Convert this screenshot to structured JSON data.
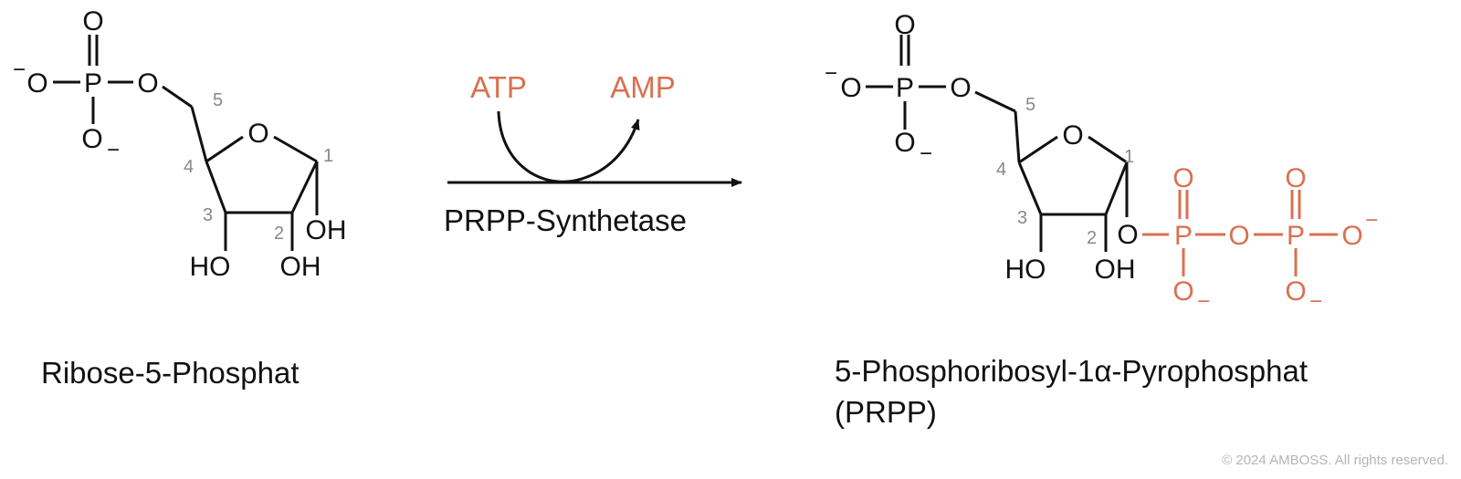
{
  "colors": {
    "accent": "#d9714f",
    "text": "#111111",
    "locant": "#888888",
    "copyright": "#b5b5b5"
  },
  "atoms": {
    "O": "O",
    "P": "P",
    "OH": "OH",
    "HO": "HO",
    "minus": "−"
  },
  "locants": [
    "1",
    "2",
    "3",
    "4",
    "5"
  ],
  "reaction": {
    "cosubstrate": "ATP",
    "coproduct": "AMP",
    "enzyme": "PRPP-Synthetase"
  },
  "substrate": {
    "name": "Ribose-5-Phosphat"
  },
  "product": {
    "name_line1": "5-Phosphoribosyl-1α-Pyrophosphat",
    "name_line2": "(PRPP)"
  },
  "copyright": "© 2024 AMBOSS. All rights reserved."
}
